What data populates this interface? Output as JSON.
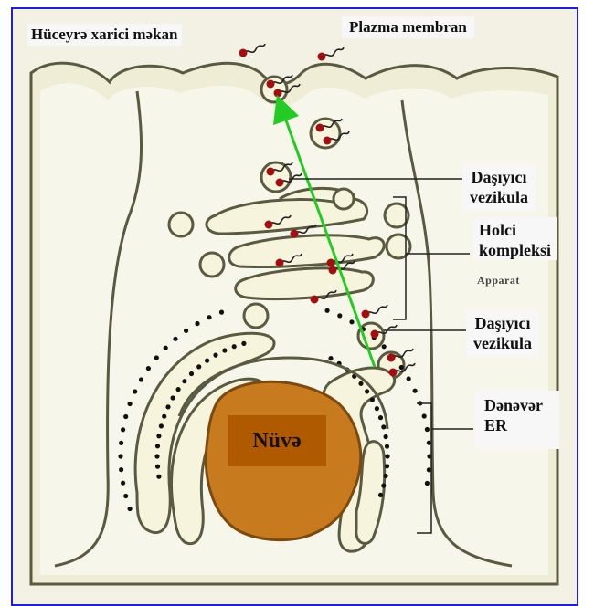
{
  "labels": {
    "extracellular": "Hüceyrə xarici məkan",
    "plasma_membrane": "Plazma membran",
    "transport_vesicle_top": [
      "Daşıyıcı",
      "vezikula"
    ],
    "golgi": [
      "Holci",
      "kompleksi"
    ],
    "golgi_underlying": "Apparat",
    "transport_vesicle_bottom": [
      "Daşıyıcı",
      "vezikula"
    ],
    "rough_er": [
      "Dənəvər",
      "ER"
    ],
    "nucleus": "Nüvə"
  },
  "colors": {
    "frame_border": "#2020d0",
    "cytoplasm": "#f3f1e3",
    "membrane_fill": "#f6f4dc",
    "membrane_stroke": "#5a5a40",
    "nucleus": "#c87a1e",
    "protein": "#a01010",
    "pathway_arrow": "#22cc22",
    "ribosome": "#111111"
  },
  "icons": {
    "pathway": "green-arrow-up",
    "protein": "red-dot-with-tail"
  }
}
